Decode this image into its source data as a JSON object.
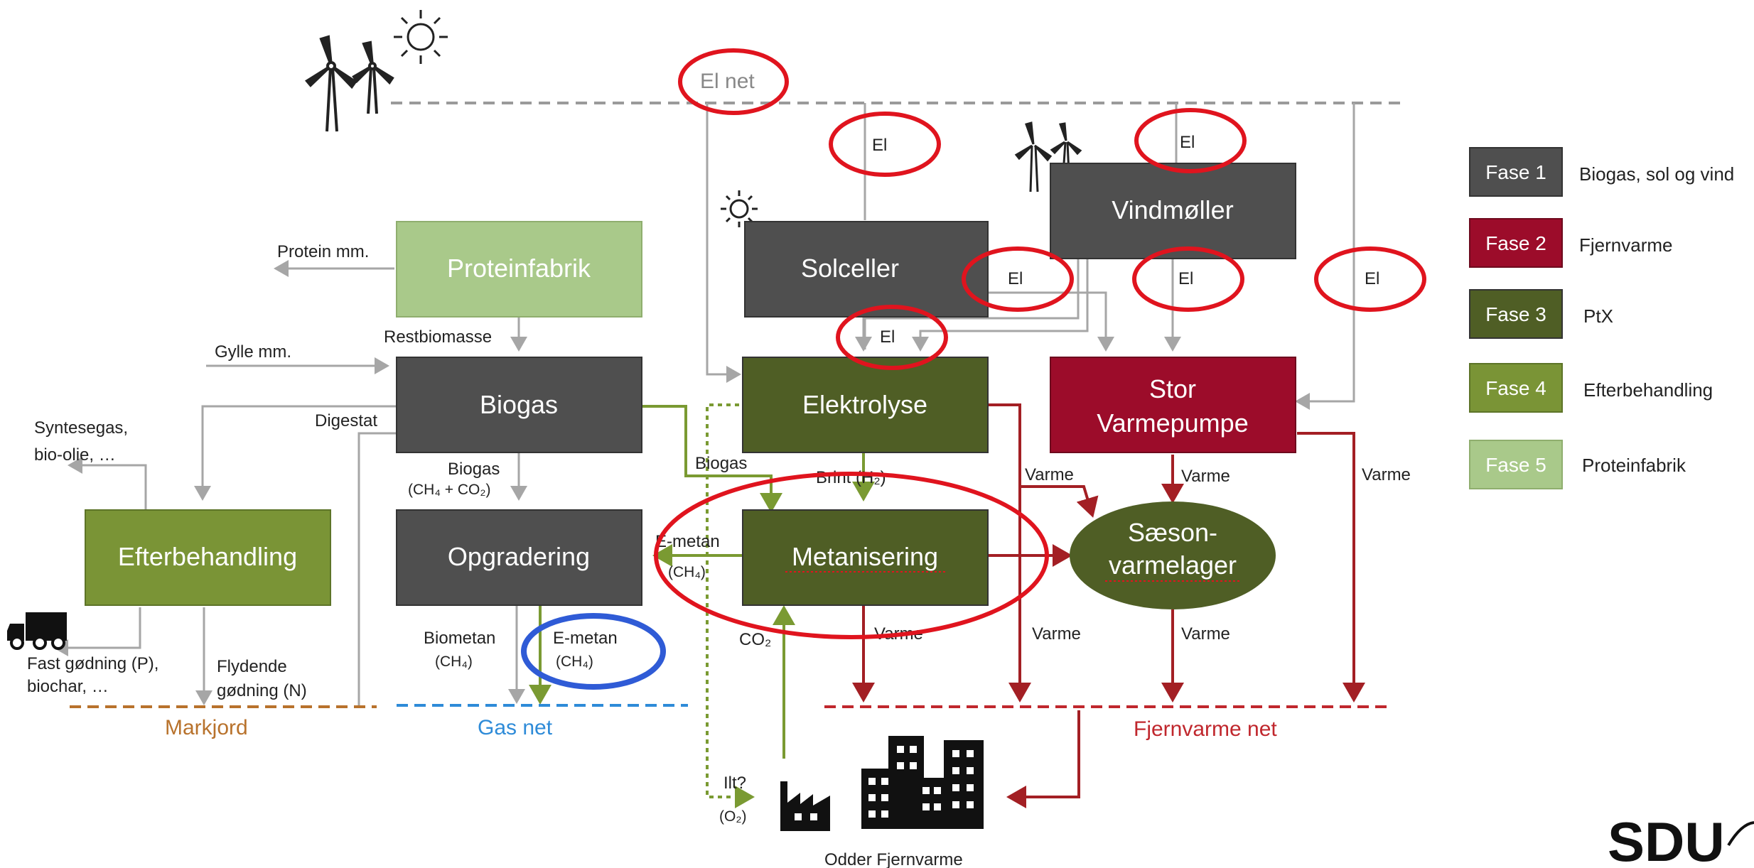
{
  "grids": {
    "el_net": "El net",
    "gas_net": "Gas net",
    "markjord": "Markjord",
    "fjernvarme_net": "Fjernvarme net"
  },
  "boxes": {
    "proteinfabrik": "Proteinfabrik",
    "solceller": "Solceller",
    "vindmoller": "Vindmøller",
    "biogas": "Biogas",
    "elektrolyse": "Elektrolyse",
    "stor_varmepumpe_1": "Stor",
    "stor_varmepumpe_2": "Varmepumpe",
    "efterbehandling": "Efterbehandling",
    "opgradering": "Opgradering",
    "metanisering": "Metanisering",
    "saeson_1": "Sæson-",
    "saeson_2": "varmelager"
  },
  "labels": {
    "el": "El",
    "protein_mm": "Protein mm.",
    "restbiomasse": "Restbiomasse",
    "gylle_mm": "Gylle mm.",
    "digestat": "Digestat",
    "syntesegas_1": "Syntesegas,",
    "syntesegas_2": "bio-olie, …",
    "biogas_flow_1": "Biogas",
    "biogas_flow_2": "(CH₄ + CO₂)",
    "biogas_side": "Biogas",
    "brint": "Brint (H₂)",
    "varme": "Varme",
    "emetan_left_1": "E-metan",
    "emetan_left_2": "(CH₄)",
    "biometan_1": "Biometan",
    "biometan_2": "(CH₄)",
    "emetan_1": "E-metan",
    "emetan_2": "(CH₄)",
    "co2": "CO₂",
    "ilt_1": "Ilt?",
    "ilt_2": "(O₂)",
    "fast_godning_1": "Fast gødning (P),",
    "fast_godning_2": "biochar, …",
    "flydende_1": "Flydende",
    "flydende_2": "gødning (N)",
    "odder": "Odder Fjernvarme"
  },
  "legend": [
    {
      "tag": "Fase 1",
      "text": "Biogas, sol og vind",
      "color": "#4f4f4f"
    },
    {
      "tag": "Fase 2",
      "text": "Fjernvarme",
      "color": "#9c0c2a"
    },
    {
      "tag": "Fase 3",
      "text": "PtX",
      "color": "#4f5e25"
    },
    {
      "tag": "Fase 4",
      "text": "Efterbehandling",
      "color": "#7a9436"
    },
    {
      "tag": "Fase 5",
      "text": "Proteinfabrik",
      "color": "#a9c98a"
    }
  ],
  "logo": "SDU",
  "colors": {
    "grey_box": "#4f4f4f",
    "red_box": "#9c0c2a",
    "dark_green": "#4f5e25",
    "mid_green": "#7a9436",
    "light_green": "#a9c98a",
    "heat_arrow": "#a31f24",
    "grey_arrow": "#a6a6a6",
    "green_arrow": "#7a9a32",
    "highlight_red": "#e0141e",
    "highlight_blue": "#2f5bd6",
    "gas_net": "#2e8bd8",
    "markjord": "#b8722c",
    "fjernvarme": "#c0272d"
  }
}
